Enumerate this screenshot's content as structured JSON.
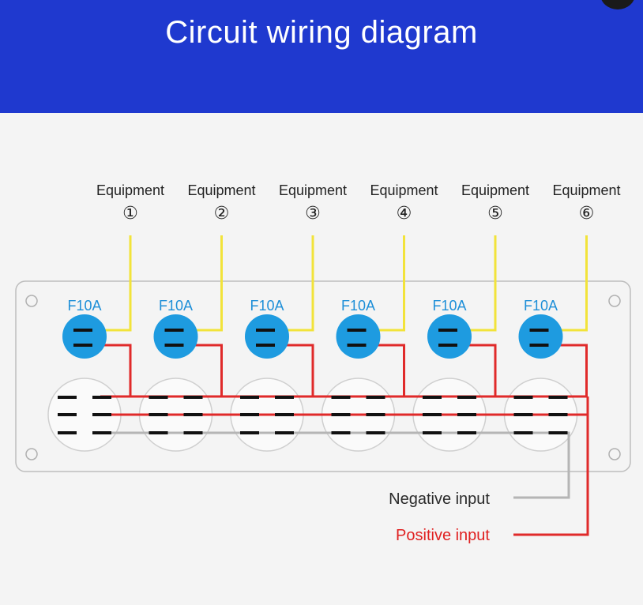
{
  "header": {
    "title": "Circuit wiring diagram"
  },
  "colors": {
    "header_bg": "#1f39cf",
    "positive_wire": "#e02a2a",
    "negative_wire": "#b5b5b5",
    "signal_wire": "#f2e33a",
    "fuse_blue": "#1e9be0",
    "fuse_label": "#1e8fd8",
    "positive_label": "#e02020",
    "negative_label": "#2a2a2a"
  },
  "equipment": [
    {
      "label": "Equipment",
      "number": "①",
      "fuse": "F10A"
    },
    {
      "label": "Equipment",
      "number": "②",
      "fuse": "F10A"
    },
    {
      "label": "Equipment",
      "number": "③",
      "fuse": "F10A"
    },
    {
      "label": "Equipment",
      "number": "④",
      "fuse": "F10A"
    },
    {
      "label": "Equipment",
      "number": "⑤",
      "fuse": "F10A"
    },
    {
      "label": "Equipment",
      "number": "⑥",
      "fuse": "F10A"
    }
  ],
  "inputs": {
    "negative": "Negative input",
    "positive": "Positive input"
  }
}
